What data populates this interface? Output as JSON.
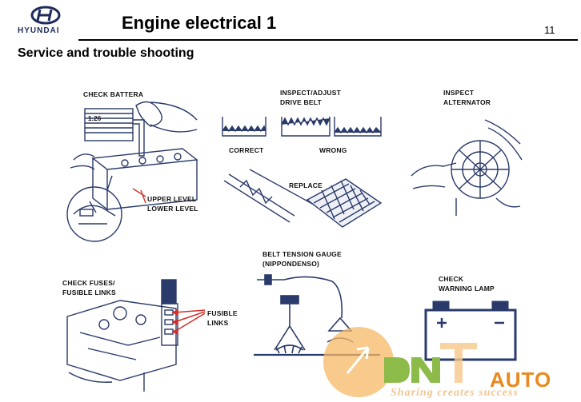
{
  "header": {
    "brand": "HYUNDAI",
    "title": "Engine electrical 1",
    "page_number": "11"
  },
  "section_title": "Service and trouble shooting",
  "labels": {
    "check_battery": "CHECK BATTERA",
    "battery_reading": "1.26",
    "upper_lower": "UPPER LEVEL\nLOWER LEVEL",
    "inspect_belt": "INSPECT/ADJUST\nDRIVE BELT",
    "correct": "CORRECT",
    "wrong": "WRONG",
    "replace": "REPLACE",
    "inspect_alternator": "INSPECT\nALTERNATOR",
    "belt_gauge": "BELT TENSION GAUGE\n(NIPPONDENSO)",
    "check_fuses": "CHECK FUSES/\nFUSIBLE LINKS",
    "fusible_links": "FUSIBLE\nLINKS",
    "check_lamp": "CHECK\nWARNING LAMP"
  },
  "watermark": {
    "brand": "AUTO",
    "tagline": "Sharing creates success"
  },
  "colors": {
    "line_art": "#2a3a6a",
    "arrow_red": "#d0302a",
    "watermark_orange": "#e88a1f",
    "watermark_green": "#8dbb4a"
  }
}
